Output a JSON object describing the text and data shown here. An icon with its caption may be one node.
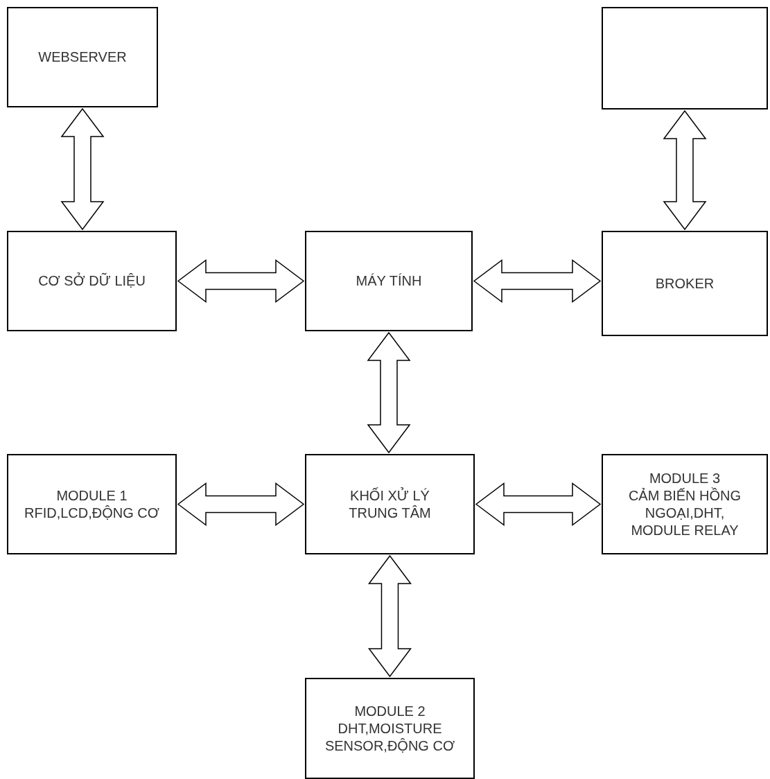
{
  "diagram": {
    "nodes": [
      {
        "text": [
          "WEBSERVER"
        ]
      },
      {
        "text": [],
        "shape": "box"
      },
      {
        "text": [
          "CƠ SỞ DỮ LIỆU"
        ]
      },
      {
        "text": [
          "MÁY TÍNH"
        ]
      },
      {
        "text": [
          "BROKER"
        ]
      },
      {
        "text": [
          "MODULE 1",
          "RFID,LCD,ĐỘNG CƠ"
        ]
      },
      {
        "text": [
          "KHỐI XỬ LÝ TRUNG TÂM"
        ]
      },
      {
        "text": [
          "MODULE 3",
          "CẢM BIẾN HỒNG NGOẠI,DHT, MODULE RELAY"
        ]
      },
      {
        "text": [
          "MODULE 2",
          "DHT,MOISTURE SENSOR,ĐỘNG CƠ"
        ]
      }
    ],
    "edges": [
      {
        "from": 0,
        "to": 2,
        "arrow": "both"
      },
      {
        "from": 1,
        "to": 4,
        "arrow": "both"
      },
      {
        "from": 2,
        "to": 3,
        "arrow": "both"
      },
      {
        "from": 3,
        "to": 4,
        "arrow": "both"
      },
      {
        "from": 3,
        "to": 6,
        "arrow": "both"
      },
      {
        "from": 5,
        "to": 6,
        "arrow": "both"
      },
      {
        "from": 6,
        "to": 7,
        "arrow": "both"
      },
      {
        "from": 6,
        "to": 8,
        "arrow": "both"
      }
    ]
  }
}
